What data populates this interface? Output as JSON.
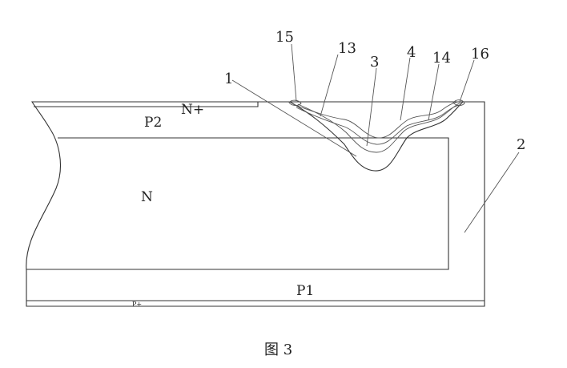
{
  "diagram": {
    "regions": {
      "n_plus": "N+",
      "p2": "P2",
      "n": "N",
      "p1": "P1",
      "p_plus": "P+"
    },
    "callouts": [
      "15",
      "13",
      "3",
      "4",
      "14",
      "16",
      "1",
      "2"
    ],
    "caption": "图 3"
  }
}
